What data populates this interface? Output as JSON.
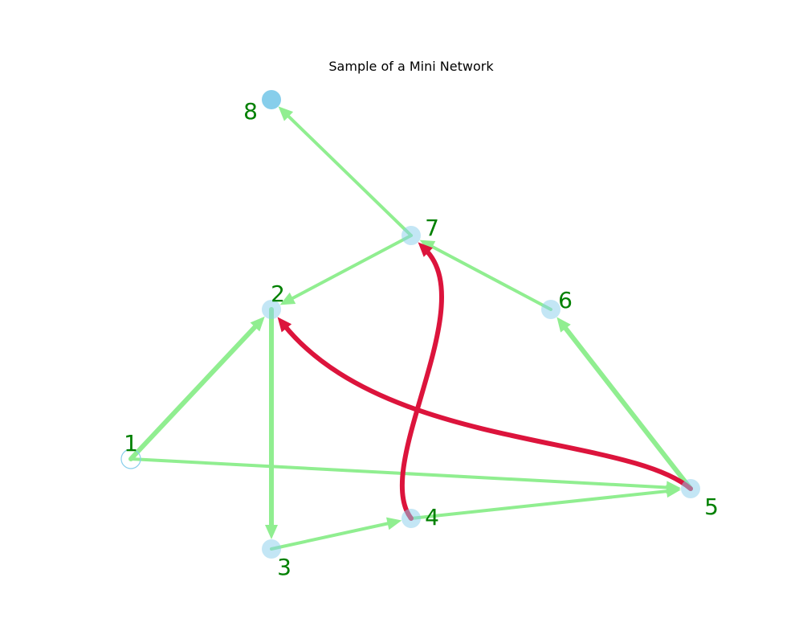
{
  "title": "Sample of a Mini Network",
  "colors": {
    "node_fill": "#87ceeb",
    "label": "#008000",
    "edge_primary": "#90ee90",
    "edge_highlight": "#dc143c"
  },
  "nodes": [
    {
      "id": "1",
      "label": "1",
      "style": "hollow"
    },
    {
      "id": "2",
      "label": "2",
      "style": "faded"
    },
    {
      "id": "3",
      "label": "3",
      "style": "faded"
    },
    {
      "id": "4",
      "label": "4",
      "style": "faded"
    },
    {
      "id": "5",
      "label": "5",
      "style": "faded"
    },
    {
      "id": "6",
      "label": "6",
      "style": "faded"
    },
    {
      "id": "7",
      "label": "7",
      "style": "faded"
    },
    {
      "id": "8",
      "label": "8",
      "style": "solid"
    }
  ],
  "edges": [
    {
      "from": "1",
      "to": "2",
      "kind": "primary",
      "weight": "thick"
    },
    {
      "from": "1",
      "to": "5",
      "kind": "primary",
      "weight": "thin"
    },
    {
      "from": "2",
      "to": "3",
      "kind": "primary",
      "weight": "thick"
    },
    {
      "from": "3",
      "to": "4",
      "kind": "primary",
      "weight": "thin"
    },
    {
      "from": "4",
      "to": "5",
      "kind": "primary",
      "weight": "thin"
    },
    {
      "from": "5",
      "to": "6",
      "kind": "primary",
      "weight": "thick"
    },
    {
      "from": "6",
      "to": "7",
      "kind": "primary",
      "weight": "thin"
    },
    {
      "from": "7",
      "to": "2",
      "kind": "primary",
      "weight": "thin"
    },
    {
      "from": "7",
      "to": "8",
      "kind": "primary",
      "weight": "thin"
    },
    {
      "from": "4",
      "to": "7",
      "kind": "highlight",
      "weight": "thick"
    },
    {
      "from": "5",
      "to": "2",
      "kind": "highlight",
      "weight": "thick"
    }
  ]
}
